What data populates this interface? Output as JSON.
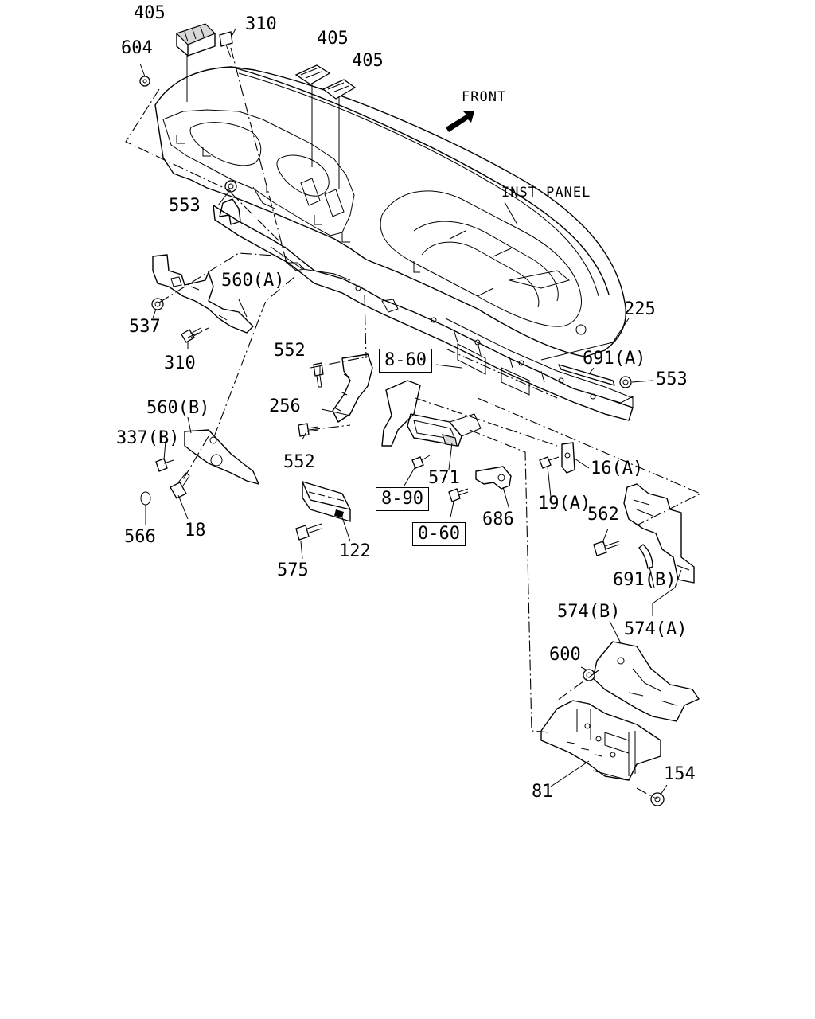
{
  "labels": {
    "l405a": "405",
    "l310a": "310",
    "l604": "604",
    "l405b": "405",
    "l405c": "405",
    "l553a": "553",
    "l560a": "560(A)",
    "l537": "537",
    "l310b": "310",
    "l552a": "552",
    "l256": "256",
    "l552b": "552",
    "l560b": "560(B)",
    "l337b": "337(B)",
    "l566": "566",
    "l18": "18",
    "l575": "575",
    "l122": "122",
    "l571": "571",
    "l686": "686",
    "l225": "225",
    "l691a": "691(A)",
    "l553b": "553",
    "l16a": "16(A)",
    "l19a": "19(A)",
    "l562": "562",
    "l691b": "691(B)",
    "l574b": "574(B)",
    "l574a": "574(A)",
    "l600": "600",
    "l154": "154",
    "l81": "81"
  },
  "refs": {
    "r860": "8-60",
    "r890": "8-90",
    "r060": "0-60"
  },
  "annotations": {
    "front": "FRONT",
    "inst_panel": "INST PANEL"
  }
}
